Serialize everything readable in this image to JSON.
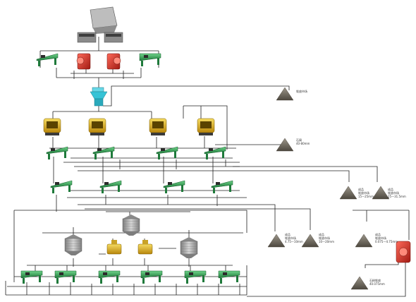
{
  "stockpiles": [
    {
      "id": "p1",
      "lines": [
        "堆放市场"
      ]
    },
    {
      "id": "p2",
      "lines": [
        "石屑",
        "40-80mm"
      ]
    },
    {
      "id": "p3",
      "lines": [
        "成品",
        "堆放市场",
        "15—25mm"
      ]
    },
    {
      "id": "p4",
      "lines": [
        "成品",
        "堆放市场",
        "25—31.5mm"
      ]
    },
    {
      "id": "p5",
      "lines": [
        "成品",
        "堆放市场",
        "4.75—10mm"
      ]
    },
    {
      "id": "p6",
      "lines": [
        "成品",
        "堆放市场",
        "10—20mm"
      ]
    },
    {
      "id": "p7",
      "lines": [
        "成品",
        "堆放市场",
        "0.075—4.75mm"
      ]
    },
    {
      "id": "p8",
      "lines": [
        "石粉堆放",
        "40.075mm"
      ]
    }
  ],
  "colors": {
    "line": "#222222",
    "screen_green": "#2e9a4e",
    "crusher_red": "#d8342a",
    "crusher_yellow": "#e2b81c",
    "silo_gray": "#9a9a9a",
    "pile_gray": "#6f6a60"
  }
}
